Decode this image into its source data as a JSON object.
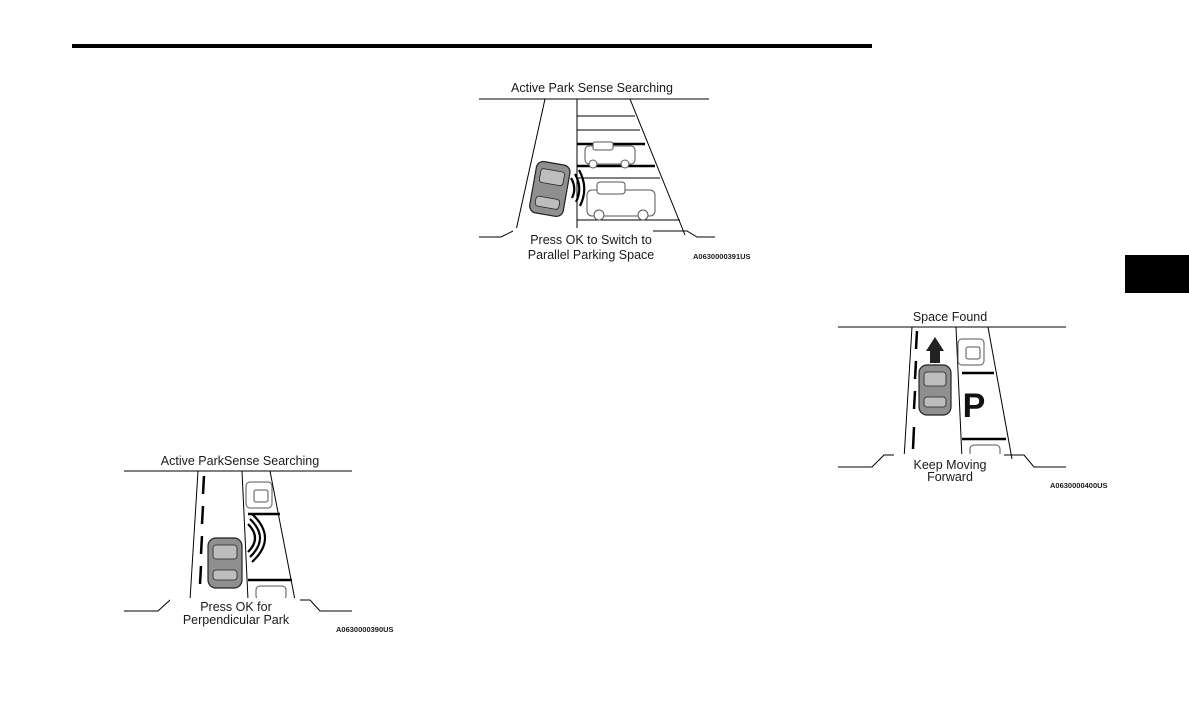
{
  "page": {
    "tab_color": "#000000"
  },
  "figures": [
    {
      "title": "Active Park Sense Searching",
      "caption_lines": [
        "Press OK to Switch to",
        "Parallel Parking Space"
      ],
      "code": "A0630000391US"
    },
    {
      "title": "Active ParkSense Searching",
      "caption_lines": [
        "Press OK for",
        "Perpendicular Park"
      ],
      "code": "A0630000390US"
    },
    {
      "title": "Space Found",
      "caption_lines": [
        "Keep Moving",
        "Forward"
      ],
      "code": "A0630000400US",
      "marker": "P"
    }
  ]
}
